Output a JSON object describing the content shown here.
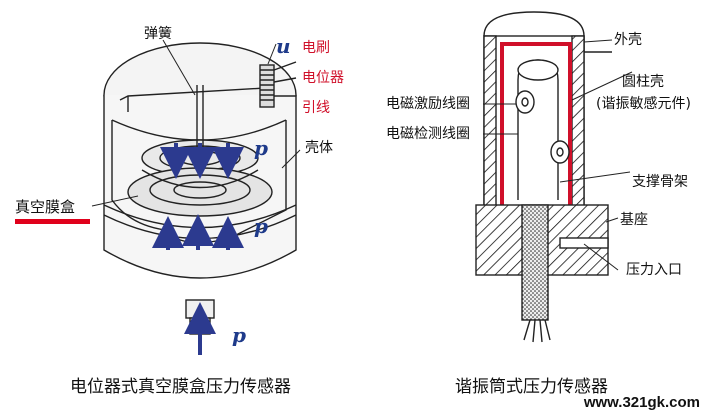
{
  "left": {
    "spring": "弹簧",
    "u": "u",
    "brush": "电刷",
    "potentiometer": "电位器",
    "lead": "引线",
    "shell": "壳体",
    "capsule": "真空膜盒",
    "p": "p",
    "caption": "电位器式真空膜盒压力传感器"
  },
  "right": {
    "outer_shell": "外壳",
    "cyl_shell": "圆柱壳",
    "cyl_shell_note": "(谐振敏感元件)",
    "excite_coil": "电磁激励线圈",
    "detect_coil": "电磁检测线圈",
    "support": "支撑骨架",
    "base": "基座",
    "inlet": "压力入口",
    "caption": "谐振筒式压力传感器"
  },
  "watermark": "www.321gk.com",
  "colors": {
    "arrow": "#2c3a8f",
    "red": "#d0102a",
    "accent": "#e0001b"
  }
}
